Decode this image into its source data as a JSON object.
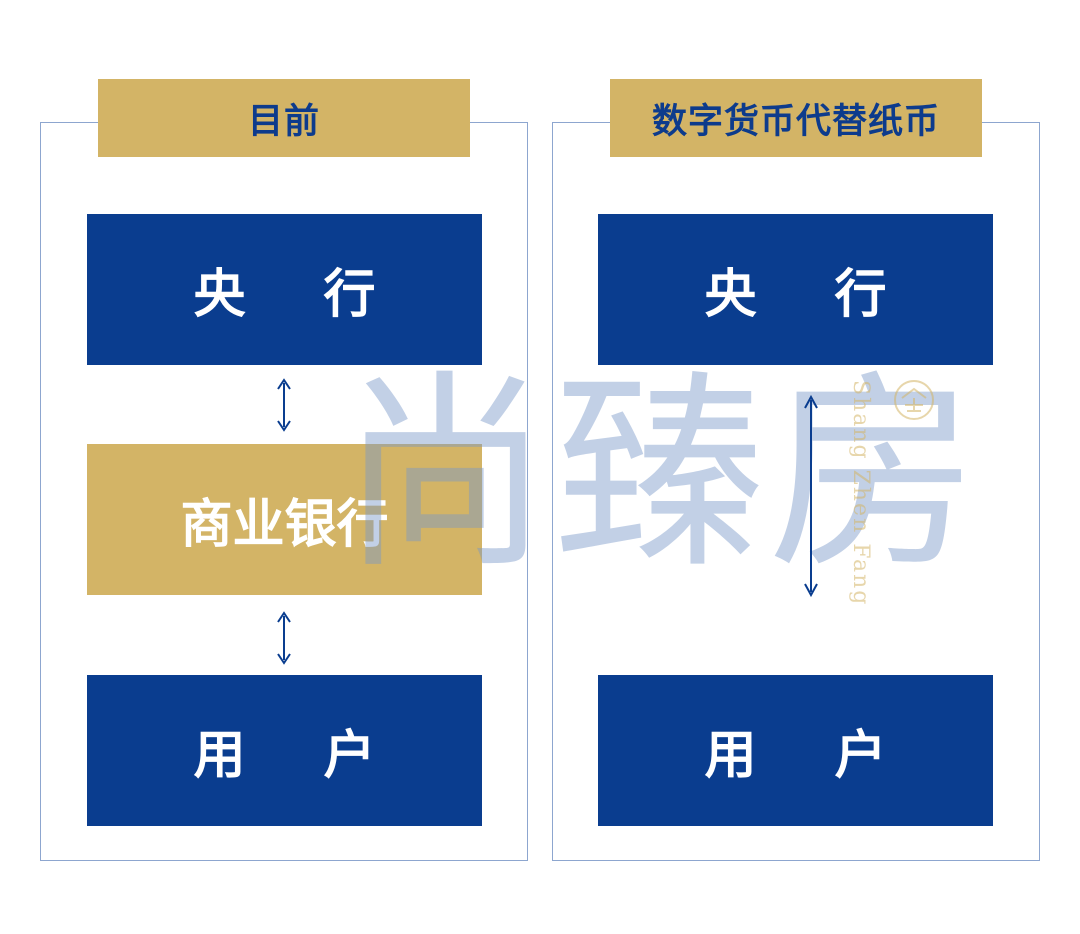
{
  "left_panel": {
    "header": "目前",
    "central_bank": "央行",
    "commercial_bank": "商业银行",
    "users": "用户"
  },
  "right_panel": {
    "header": "数字货币代替纸币",
    "central_bank": "央行",
    "users": "用户"
  },
  "watermark": {
    "main": "尚臻房",
    "sub": "Shang Zhen Fang"
  },
  "colors": {
    "navy": "#0a3d8f",
    "gold": "#d3b466",
    "border": "#8da6cf"
  }
}
